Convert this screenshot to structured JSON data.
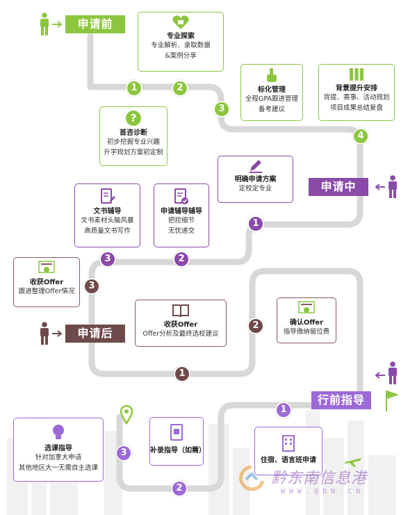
{
  "colors": {
    "green": "#8cc63f",
    "purple": "#8a4aa8",
    "brown": "#6f4a4a",
    "violet": "#9c6ad6",
    "path": "#d8d8d8",
    "white": "#ffffff"
  },
  "stages": {
    "before": {
      "label": "申请前"
    },
    "during": {
      "label": "申请中"
    },
    "after": {
      "label": "申请后"
    },
    "predeparture": {
      "label": "行前指导"
    }
  },
  "before": {
    "s1": {
      "num": "1",
      "title": "首咨诊断",
      "lines": [
        "初步挖掘专业兴趣",
        "升学规划方案初定制"
      ],
      "icon": "question-icon"
    },
    "s2": {
      "num": "2",
      "title": "专业探索",
      "lines": [
        "专业解析、录取数据",
        "&案例分享"
      ],
      "icon": "heart-bag-icon"
    },
    "s3": {
      "num": "3",
      "title": "标化管理",
      "lines": [
        "全程GPA跟进管理",
        "备考建议"
      ],
      "icon": "hand-pointer-icon"
    },
    "s4": {
      "num": "4",
      "title": "背景提升安排",
      "lines": [
        "背提、赛事、活动规划",
        "项目成果总结复盘"
      ],
      "icon": "binders-icon"
    }
  },
  "during": {
    "s1": {
      "num": "1",
      "title": "明确申请方案",
      "lines": [
        "定校定专业"
      ],
      "icon": "pen-icon"
    },
    "s2": {
      "num": "2",
      "title": "申请辅导辅导",
      "lines": [
        "把控细节",
        "无忧递交"
      ],
      "icon": "checklist-icon"
    },
    "s3": {
      "num": "3",
      "title": "文书辅导",
      "lines": [
        "文书素材头脑风暴",
        "高质量文书写作"
      ],
      "icon": "document-pen-icon"
    }
  },
  "after": {
    "s1": {
      "num": "1",
      "title": "收获Offer",
      "lines": [
        "Offer分析及最终选校建议"
      ],
      "icon": "book-icon"
    },
    "s2": {
      "num": "2",
      "title": "确认Offer",
      "lines": [
        "指导缴纳留位费"
      ],
      "icon": "certificate-icon"
    },
    "s3": {
      "num": "3",
      "title": "收获Offer",
      "lines": [
        "跟进整理Offer情况"
      ],
      "icon": "certificate-icon"
    }
  },
  "predeparture": {
    "s1": {
      "num": "1",
      "title": "住宿、语言班申请",
      "icon": "building-icon"
    },
    "s2": {
      "num": "2",
      "title": "补录指导（如需）",
      "icon": "form-icon"
    },
    "s3": {
      "num": "3",
      "title": "选课指导",
      "lines": [
        "针对加拿大申请",
        "其他地区大一无需自主选课"
      ],
      "icon": "bulb-icon"
    }
  },
  "watermark": {
    "text": "黔东南信息港",
    "url": "WWW.QDN.CN"
  }
}
